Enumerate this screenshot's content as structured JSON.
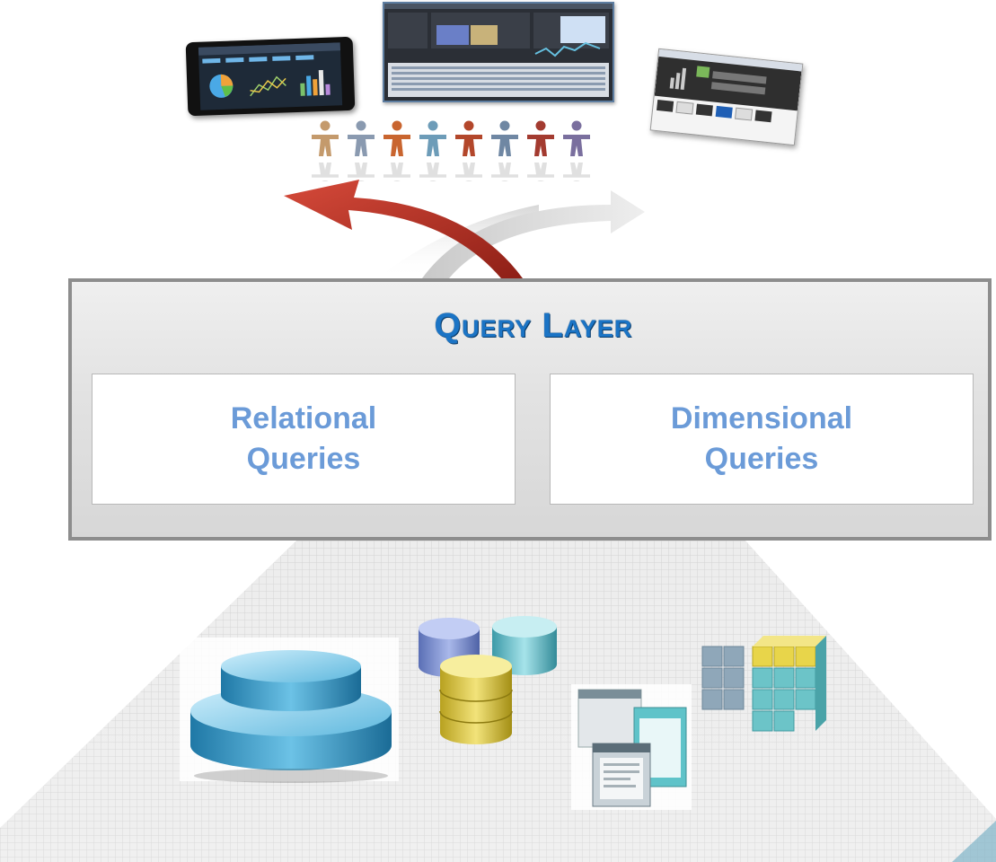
{
  "query_layer": {
    "title": "Query Layer",
    "relational": {
      "line1": "Relational",
      "line2": "Queries"
    },
    "dimensional": {
      "line1": "Dimensional",
      "line2": "Queries"
    }
  },
  "colors": {
    "title": "#1b74c5",
    "box_text": "#6b9bd8",
    "frame_border": "#8d8d8d",
    "arrow_red": "#b82a1e"
  },
  "icons": {
    "clients": [
      "tablet-dashboard-icon",
      "desktop-dashboard-icon",
      "browser-window-icon"
    ],
    "users": "people-chain-icon",
    "arrows": [
      "red-curved-arrow-icon",
      "gray-curved-arrow-icon"
    ],
    "sources": [
      "relational-database-icon",
      "database-stack-icon",
      "application-windows-icon",
      "olap-cube-icon"
    ]
  }
}
